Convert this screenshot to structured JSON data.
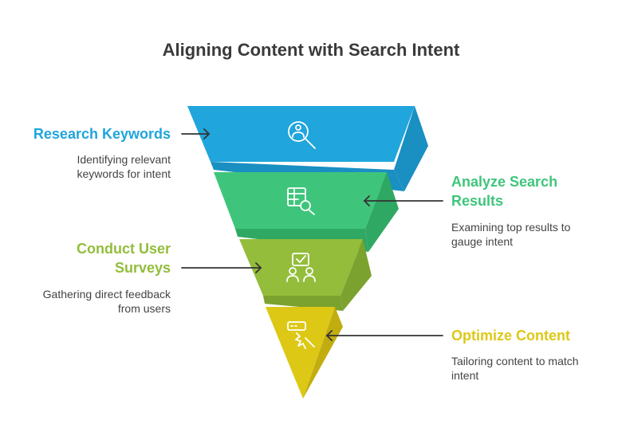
{
  "title": "Aligning Content with Search Intent",
  "colors": {
    "level1": "#20a5dc",
    "level2": "#3fc57b",
    "level3": "#93bd3b",
    "level4": "#ddc816",
    "arrow": "#333333"
  },
  "stages": [
    {
      "heading": "Research Keywords",
      "description": [
        "Identifying relevant",
        "keywords for intent"
      ],
      "icon": "search-keyword-icon",
      "color": "#20a5dc"
    },
    {
      "heading": [
        "Analyze Search",
        "Results"
      ],
      "description": [
        "Examining top results to",
        "gauge intent"
      ],
      "icon": "table-search-icon",
      "color": "#3fc57b"
    },
    {
      "heading": [
        "Conduct User",
        "Surveys"
      ],
      "description": [
        "Gathering direct feedback",
        "from users"
      ],
      "icon": "user-survey-icon",
      "color": "#93bd3b"
    },
    {
      "heading": "Optimize Content",
      "description": [
        "Tailoring content to match",
        "intent"
      ],
      "icon": "optimize-cursor-icon",
      "color": "#ddc816"
    }
  ]
}
